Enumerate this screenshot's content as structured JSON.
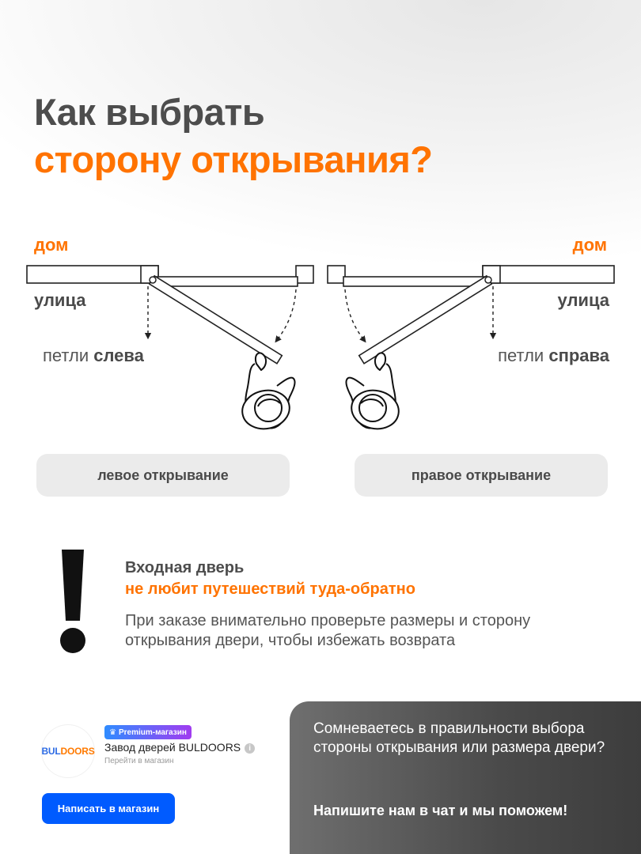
{
  "title": {
    "line1": "Как выбрать",
    "line2": "сторону открывания?"
  },
  "diagram": {
    "left": {
      "house": "дом",
      "street": "улица",
      "hinge_prefix": "петли ",
      "hinge_side": "слева",
      "button": "левое открывание"
    },
    "right": {
      "house": "дом",
      "street": "улица",
      "hinge_prefix": "петли ",
      "hinge_side": "справа",
      "button": "правое открывание"
    }
  },
  "warning": {
    "heading1": "Входная дверь",
    "heading2": "не любит путешествий туда-обратно",
    "text": "При заказе внимательно проверьте размеры и сторону открывания двери, чтобы избежать возврата"
  },
  "store": {
    "logo_part1": "BUL",
    "logo_part2": "DOORS",
    "badge": "Premium-магазин",
    "name": "Завод дверей BULDOORS",
    "link": "Перейти в магазин",
    "button": "Написать в магазин"
  },
  "help": {
    "question": "Сомневаетесь в правильности выбора стороны открывания или размера двери?",
    "answer": "Напишите нам в чат и мы поможем!"
  },
  "colors": {
    "accent": "#ff7300",
    "text": "#4a4a4a",
    "button_blue": "#005bff"
  }
}
